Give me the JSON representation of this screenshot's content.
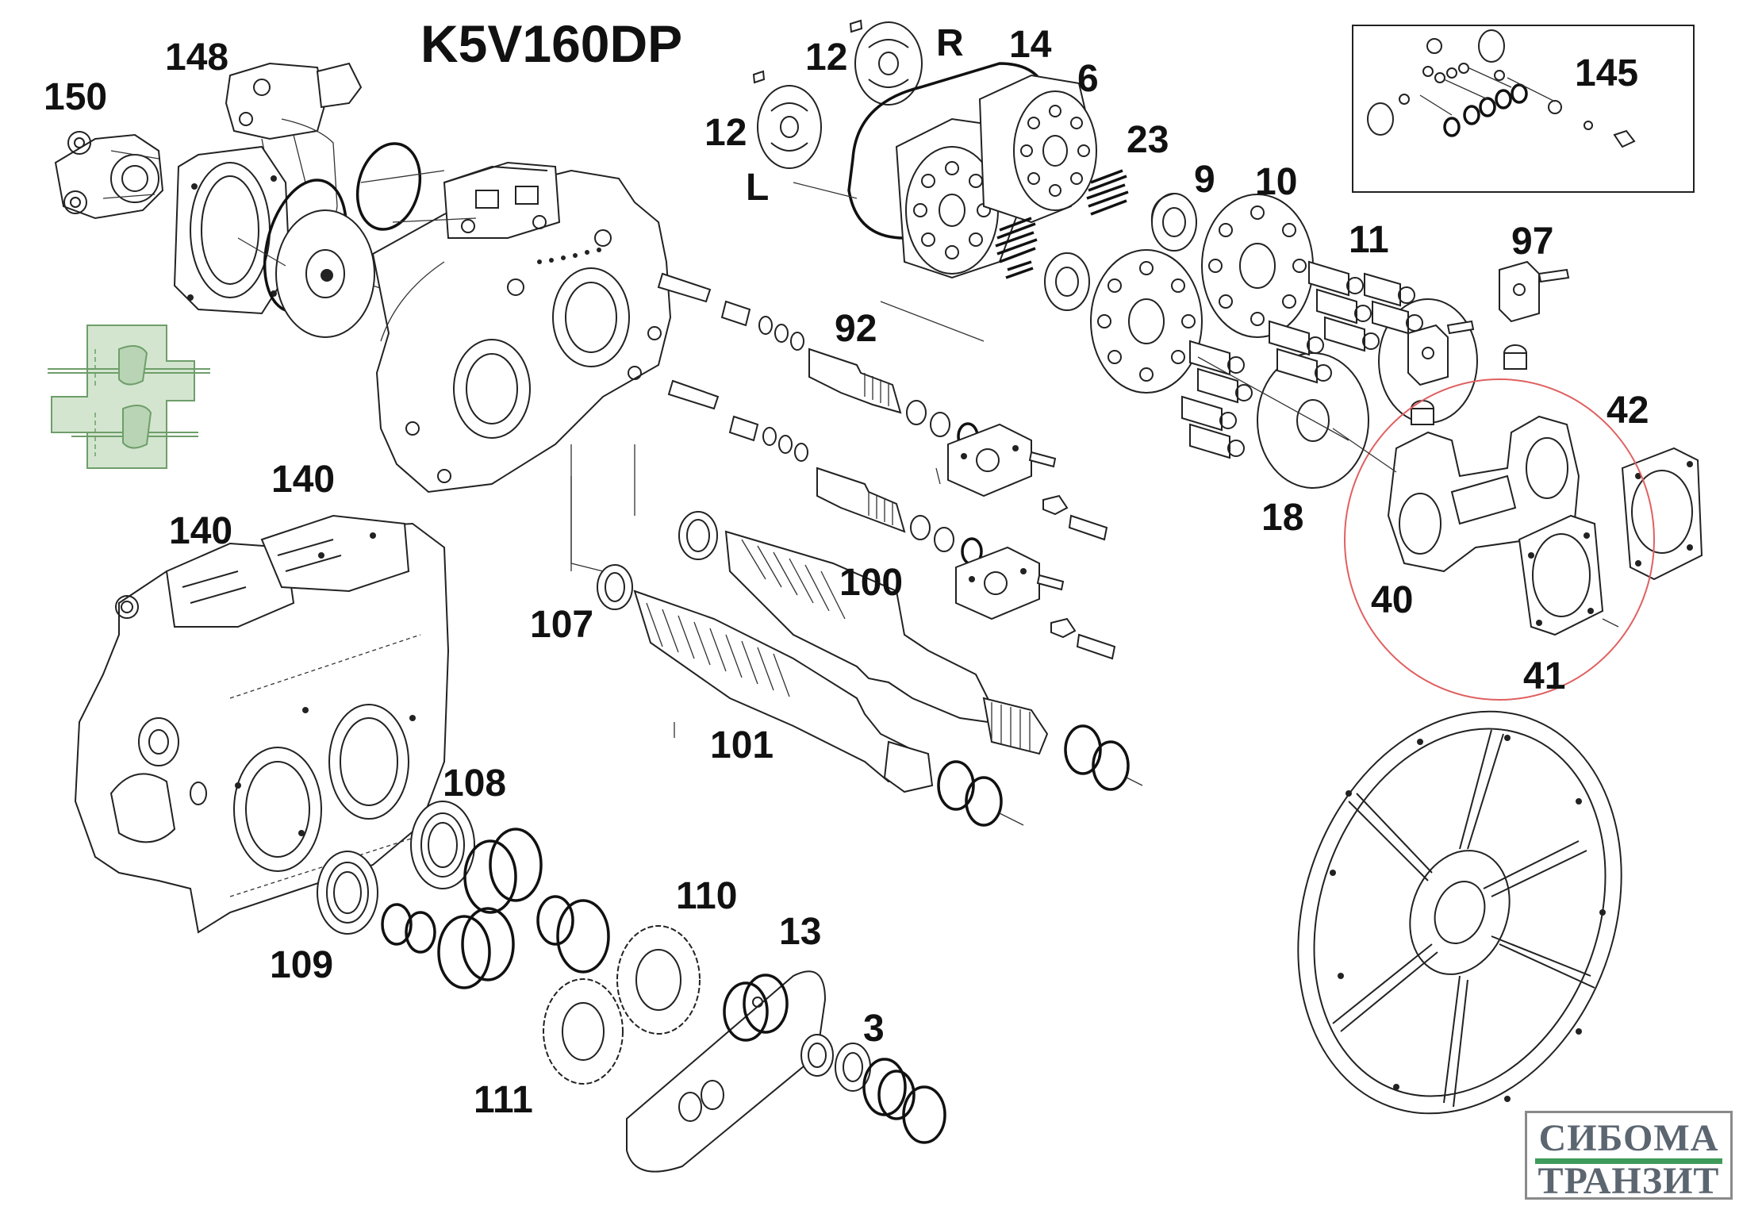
{
  "title": "K5V160DP",
  "labels": {
    "p150": "150",
    "p148": "148",
    "p12a": "12",
    "p12b": "12",
    "pR": "R",
    "pL": "L",
    "p14": "14",
    "p6": "6",
    "p23": "23",
    "p9": "9",
    "p10": "10",
    "p11": "11",
    "p97": "97",
    "p145": "145",
    "p92": "92",
    "p42": "42",
    "p18": "18",
    "p40": "40",
    "p41": "41",
    "p100": "100",
    "p107": "107",
    "p101": "101",
    "p140a": "140",
    "p140b": "140",
    "p108": "108",
    "p109": "109",
    "p110": "110",
    "p13": "13",
    "p3": "3",
    "p111": "111"
  },
  "logo": {
    "line1": "СИБОМА",
    "line2": "ТРАНЗИТ",
    "bar_color": "#3f9b5a",
    "text_color": "#5c6670"
  },
  "colors": {
    "highlight_circle": "#e06060",
    "schematic_fill": "#d3e5cf",
    "schematic_line": "#6e9e6a"
  }
}
